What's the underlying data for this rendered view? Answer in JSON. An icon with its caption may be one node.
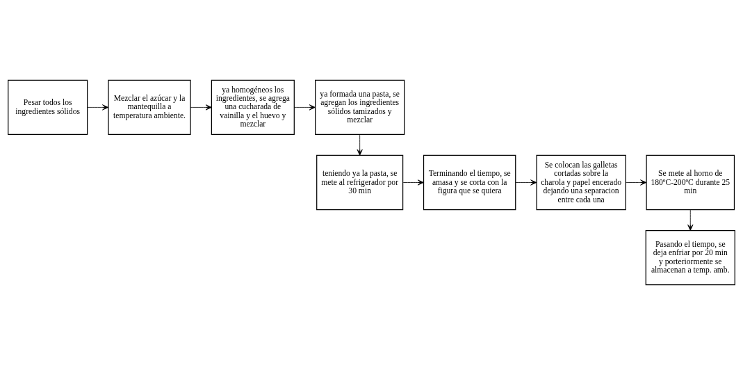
{
  "diagram": {
    "nodes": [
      {
        "text": [
          "Pesar todos los ingredientes sólidos"
        ]
      },
      {
        "text": [
          "Mezclar el azúcar y la mantequilla a temperatura ambiente."
        ]
      },
      {
        "text": [
          "ya homogéneos los ingredientes, se agrega una cucharada de vainilla y el huevo y mezclar"
        ]
      },
      {
        "text": [
          "ya formada una pasta, se agregan los ingredientes sólidos tamizados y mezclar"
        ]
      },
      {
        "text": [
          "teniendo ya la pasta, se mete al refrigerador por 30 min"
        ]
      },
      {
        "text": [
          "Terminando el tiempo, se amasa y se corta con la figura que se quiera"
        ]
      },
      {
        "text": [
          "Se colocan las galletas cortadas sobre la charola y papel encerado dejando una separacion entre cada una"
        ]
      },
      {
        "text": [
          "Se mete al horno de 180ºC-200ºC durante 25 min"
        ]
      },
      {
        "text": [
          "Pasando el tiempo, se deja enfriar por 20 min y porteriormente se almacenan a temp. amb."
        ]
      }
    ],
    "edges": [
      {
        "from": 0,
        "to": 1,
        "arrow": "to"
      },
      {
        "from": 1,
        "to": 2,
        "arrow": "to"
      },
      {
        "from": 2,
        "to": 3,
        "arrow": "to"
      },
      {
        "from": 3,
        "to": 4,
        "arrow": "to"
      },
      {
        "from": 4,
        "to": 5,
        "arrow": "to"
      },
      {
        "from": 5,
        "to": 6,
        "arrow": "to"
      },
      {
        "from": 6,
        "to": 7,
        "arrow": "to"
      },
      {
        "from": 7,
        "to": 8,
        "arrow": "to"
      }
    ]
  }
}
